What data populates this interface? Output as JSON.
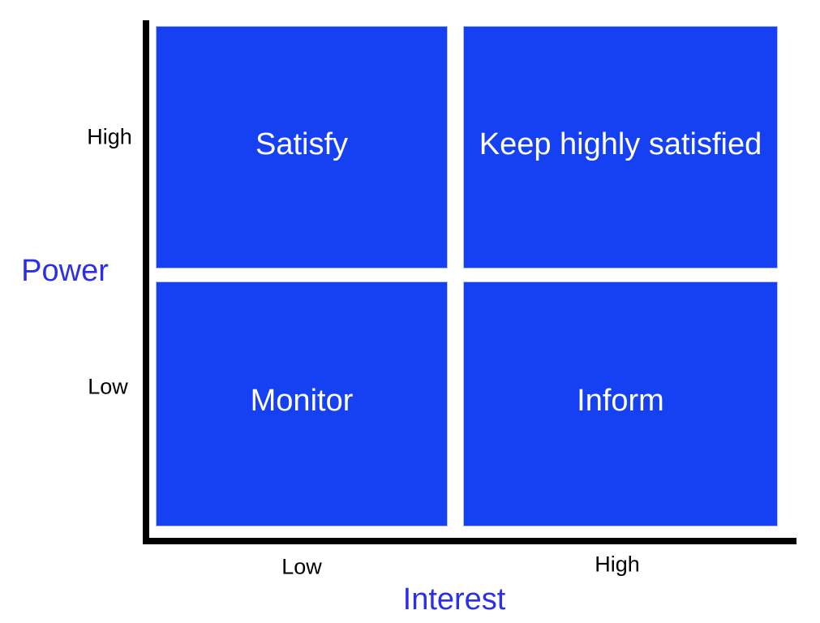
{
  "diagram": {
    "type": "2x2-matrix",
    "y_axis": {
      "title": "Power",
      "tick_top": "High",
      "tick_bottom": "Low"
    },
    "x_axis": {
      "title": "Interest",
      "tick_left": "Low",
      "tick_right": "High"
    },
    "quadrants": [
      {
        "label": "Satisfy",
        "power": "High",
        "interest": "Low"
      },
      {
        "label": "Keep highly satisfied",
        "power": "High",
        "interest": "High"
      },
      {
        "label": "Monitor",
        "power": "Low",
        "interest": "Low"
      },
      {
        "label": "Inform",
        "power": "Low",
        "interest": "High"
      }
    ],
    "colors": {
      "quadrant_fill": "#1541F3",
      "quadrant_text": "#FFFFFF",
      "axis_title": "#2B2FE9",
      "tick_text": "#000000",
      "axis_line": "#000000",
      "background": "#FFFFFF"
    }
  }
}
